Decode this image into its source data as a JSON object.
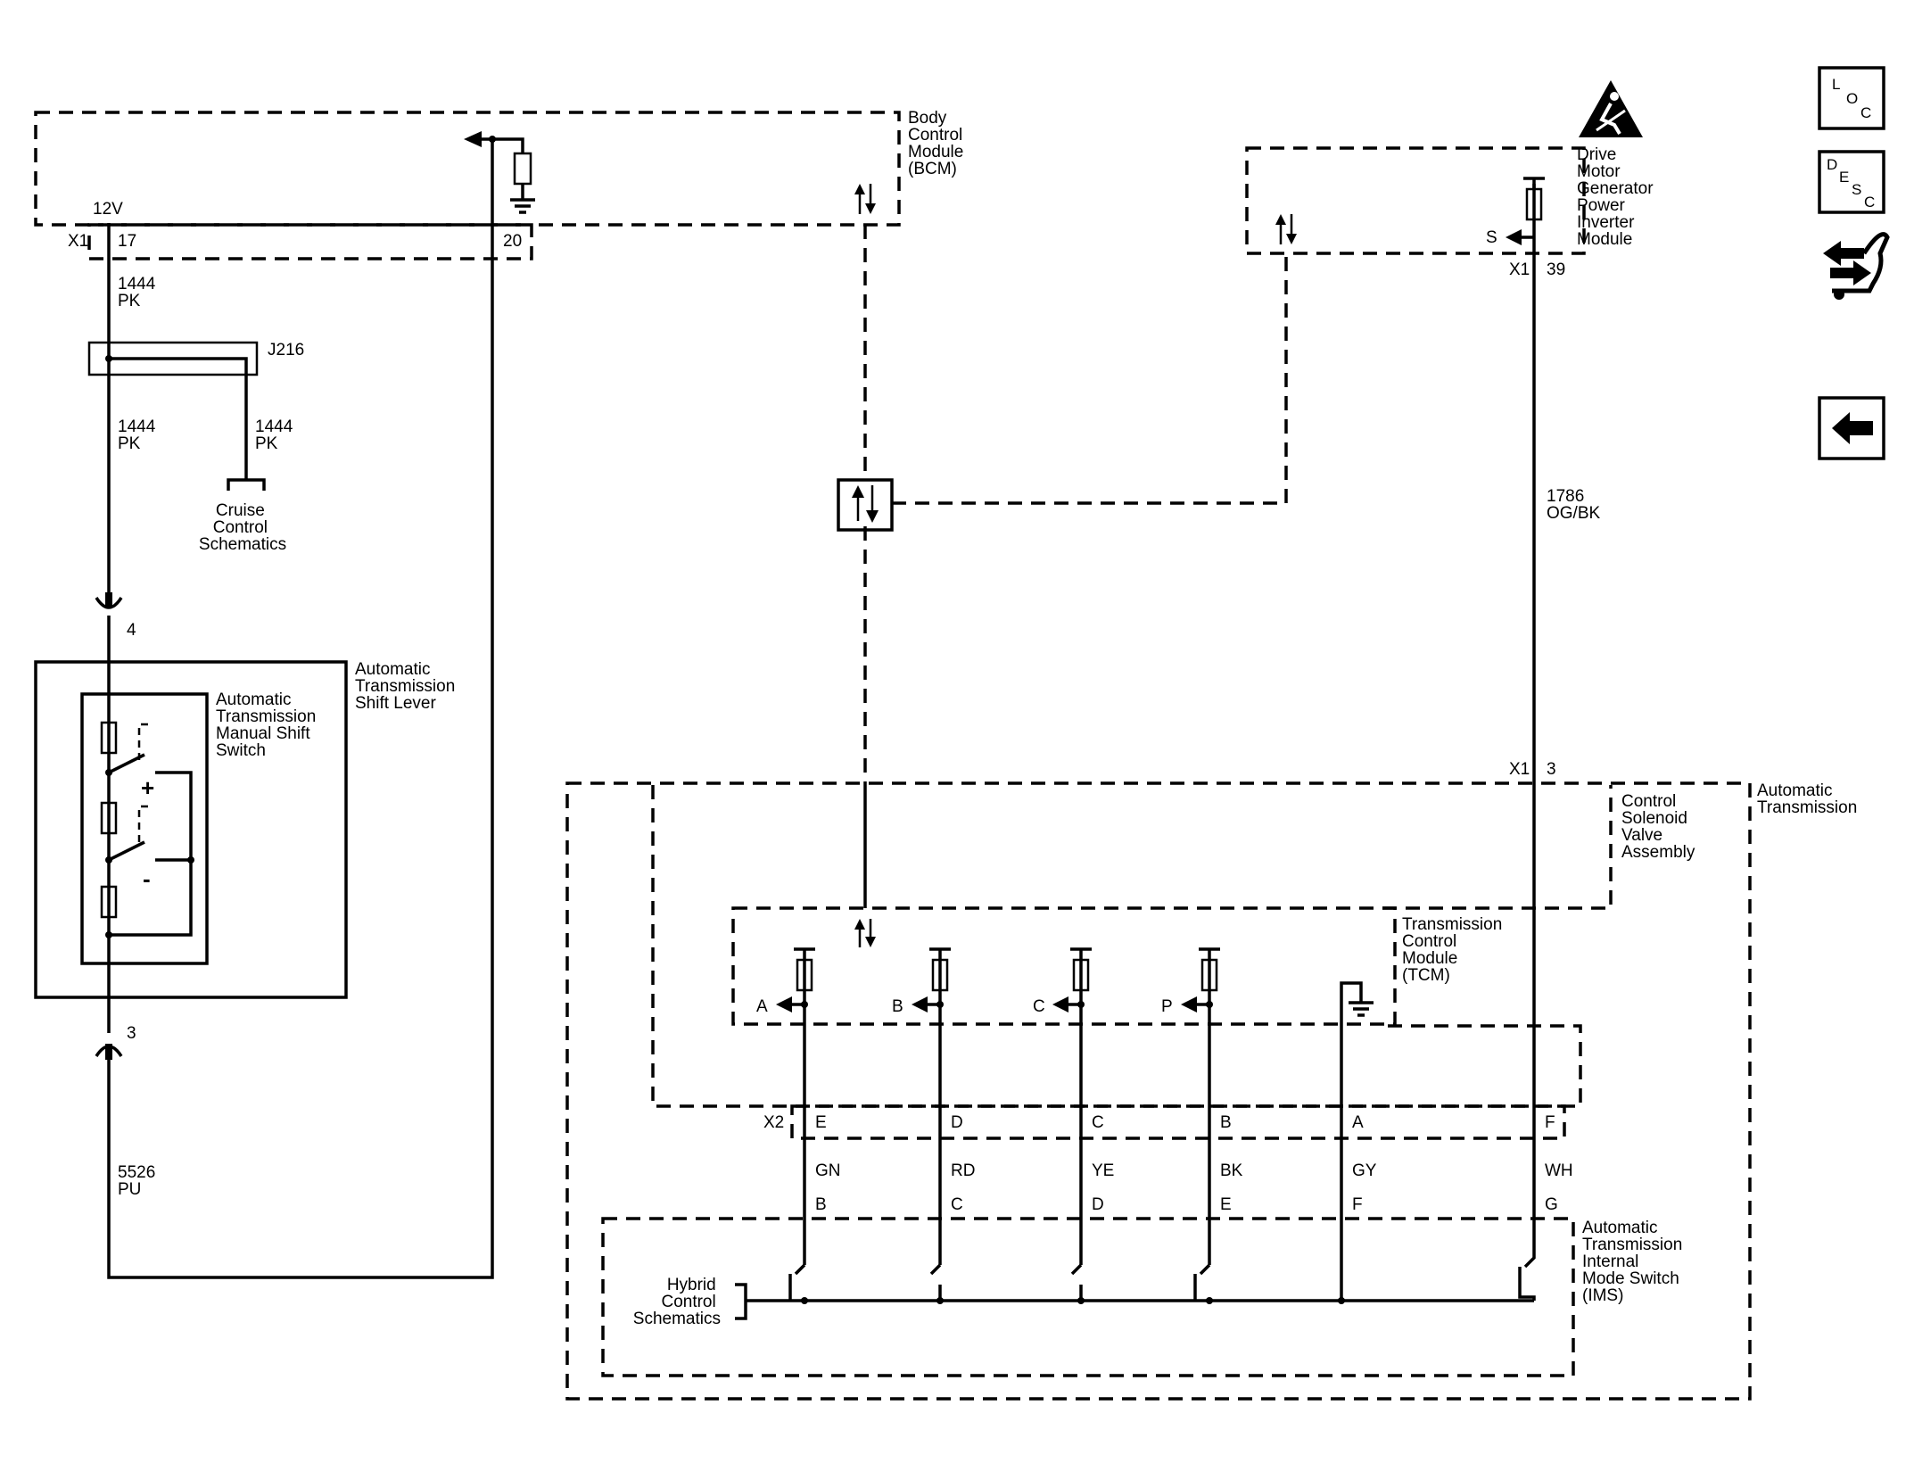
{
  "modules": {
    "bcm": [
      "Body",
      "Control",
      "Module",
      "(BCM)"
    ],
    "dmgpim": [
      "Drive",
      "Motor",
      "Generator",
      "Power",
      "Inverter",
      "Module"
    ],
    "shift_lever": [
      "Automatic",
      "Transmission",
      "Shift Lever"
    ],
    "manual_shift_switch": [
      "Automatic",
      "Transmission",
      "Manual Shift",
      "Switch"
    ],
    "automatic_transmission": [
      "Automatic",
      "Transmission"
    ],
    "control_solenoid": [
      "Control",
      "Solenoid",
      "Valve",
      "Assembly"
    ],
    "tcm": [
      "Transmission",
      "Control",
      "Module",
      "(TCM)"
    ],
    "ims": [
      "Automatic",
      "Transmission",
      "Internal",
      "Mode Switch",
      "(IMS)"
    ]
  },
  "references": {
    "cruise": [
      "Cruise",
      "Control",
      "Schematics"
    ],
    "hybrid": [
      "Hybrid",
      "Control",
      "Schematics"
    ]
  },
  "splice": "J216",
  "voltage": "12V",
  "connectors": {
    "bcm_x1": "X1",
    "bcm_pin17": "17",
    "bcm_pin20": "20",
    "dmg_x1": "X1",
    "dmg_pin39": "39",
    "dmg_signal": "S",
    "lever_pin4": "4",
    "lever_pin3": "3",
    "trans_x1": "X1",
    "trans_pin3": "3",
    "x2": "X2"
  },
  "wires": {
    "w1444_top": [
      "1444",
      "PK"
    ],
    "w1444_left": [
      "1444",
      "PK"
    ],
    "w1444_right": [
      "1444",
      "PK"
    ],
    "w5526": [
      "5526",
      "PU"
    ],
    "w1786": [
      "1786",
      "OG/BK"
    ]
  },
  "tcm_inputs": [
    "A",
    "B",
    "C",
    "P"
  ],
  "x2_pins": [
    "E",
    "D",
    "C",
    "B",
    "A",
    "F"
  ],
  "wire_colors": [
    "GN",
    "RD",
    "YE",
    "BK",
    "GY",
    "WH"
  ],
  "ims_pins": [
    "B",
    "C",
    "D",
    "E",
    "F",
    "G"
  ],
  "switch_marks": {
    "plus": "+",
    "minus": "-"
  },
  "nav": {
    "loc": [
      "L",
      "O",
      "C"
    ],
    "desc": [
      "D",
      "E",
      "S",
      "C"
    ]
  },
  "icons": [
    "warning-icon",
    "wrench-icon",
    "back-arrow-icon"
  ]
}
